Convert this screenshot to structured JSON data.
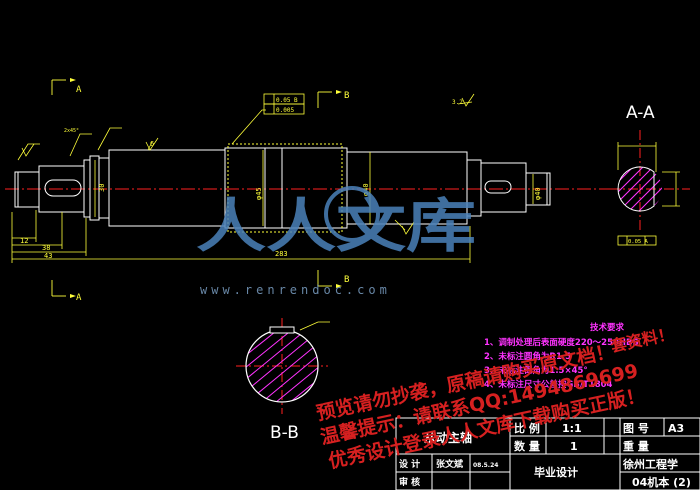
{
  "drawing": {
    "title_aa": "A-A",
    "title_bb": "B-B",
    "section_letters": {
      "a_top": "A",
      "a_bottom": "A",
      "b_top": "B",
      "b_bottom": "B"
    },
    "gdt": {
      "frame_upper": "0.05 B",
      "frame_lower": "0.005",
      "flatness_box": "0.05 A"
    },
    "dimensions": {
      "overall_length": "283",
      "left_12": "12",
      "left_38": "38",
      "left_43": "43",
      "left_30": "30",
      "diam_a": "φ45",
      "diam_b": "φ40",
      "right_diam": "φ40",
      "surface_6": "6",
      "chamfer": "2x45°",
      "surface_right": "3.2"
    }
  },
  "tech_req": {
    "heading": "技术要求",
    "items": [
      "1、调制处理后表面硬度220～250HBS",
      "2、未标注圆角为R1.5",
      "3、未标注倒角为1.5×45°",
      "4、未标注尺寸公差按GB/T1804"
    ]
  },
  "title_block": {
    "part_name": "从动主轴",
    "scale_label": "比 例",
    "scale_value": "1:1",
    "drawing_no_label": "图 号",
    "drawing_no": "A3",
    "qty_label": "数 量",
    "qty_value": "1",
    "weight_label": "重 量",
    "design_label": "设 计",
    "designer": "张文斌",
    "date": "08.5.24",
    "review_label": "审 核",
    "project": "毕业设计",
    "school": "徐州工程学",
    "class": "04机本 (2)"
  },
  "watermarks": {
    "logo_text": "人人文库",
    "url": "www.renrendoc.com",
    "line1": "预览请勿抄袭，原稿请购买原文档！",
    "line2": "温馨提示：请联系QQ:1494869699",
    "line3": "优秀设计登录人人文库下载购买正版！",
    "extra": "套资料！"
  },
  "colors": {
    "background": "#000000",
    "part_line": "#ffffff",
    "dimension": "#ffff3a",
    "centerline": "#ff2020",
    "hatch": "#ff33ff",
    "watermark": "#d62020"
  }
}
